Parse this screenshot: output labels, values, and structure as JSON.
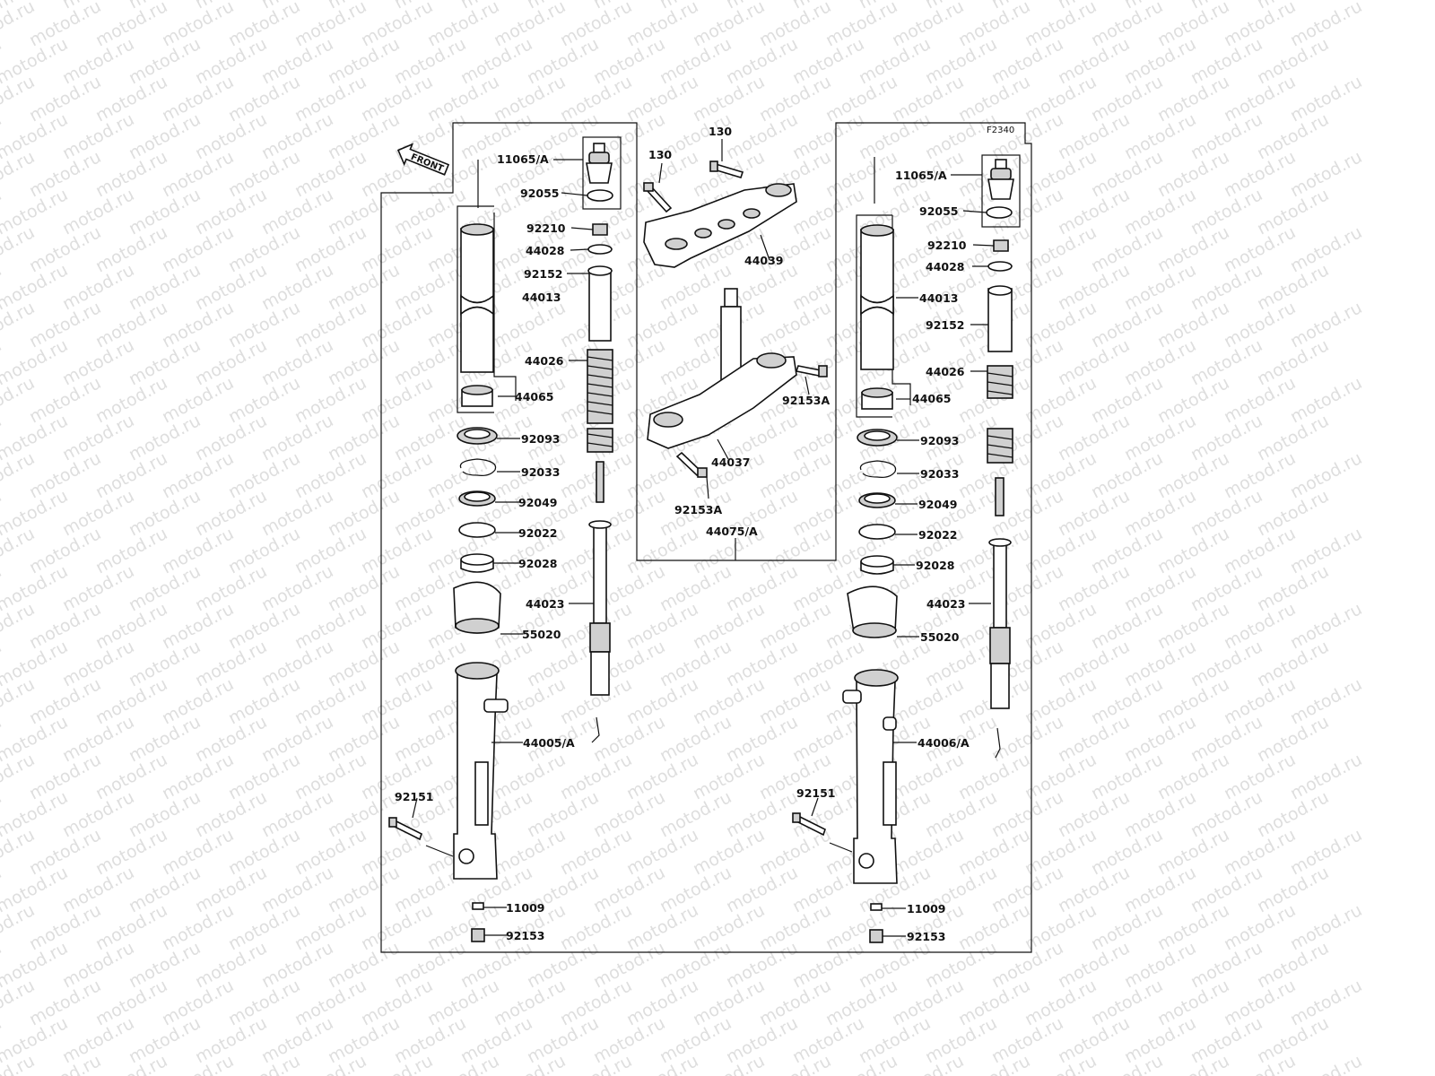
{
  "diagram_code": "F2340",
  "front_marker": "FRONT",
  "watermark_text": "motod.ru",
  "colors": {
    "line": "#111111",
    "watermark": "#dedede",
    "background": "#ffffff"
  },
  "labels": {
    "l_11065A": "11065/A",
    "l_92055": "92055",
    "l_92210": "92210",
    "l_44028": "44028",
    "l_92152": "92152",
    "l_44013": "44013",
    "l_44026": "44026",
    "l_44065": "44065",
    "l_92093": "92093",
    "l_92033": "92033",
    "l_92049": "92049",
    "l_92022": "92022",
    "l_92028": "92028",
    "l_44023": "44023",
    "l_55020": "55020",
    "l_44005A": "44005/A",
    "l_92151": "92151",
    "l_11009": "11009",
    "l_92153": "92153",
    "c_130a": "130",
    "c_130b": "130",
    "c_44039": "44039",
    "c_92153A_a": "92153A",
    "c_44037": "44037",
    "c_92153A_b": "92153A",
    "c_44075A": "44075/A",
    "r_11065A": "11065/A",
    "r_92055": "92055",
    "r_92210": "92210",
    "r_44028": "44028",
    "r_44013": "44013",
    "r_92152": "92152",
    "r_44026": "44026",
    "r_44065": "44065",
    "r_92093": "92093",
    "r_92033": "92033",
    "r_92049": "92049",
    "r_92022": "92022",
    "r_92028": "92028",
    "r_44023": "44023",
    "r_55020": "55020",
    "r_44006A": "44006/A",
    "r_92151": "92151",
    "r_11009": "11009",
    "r_92153": "92153"
  }
}
